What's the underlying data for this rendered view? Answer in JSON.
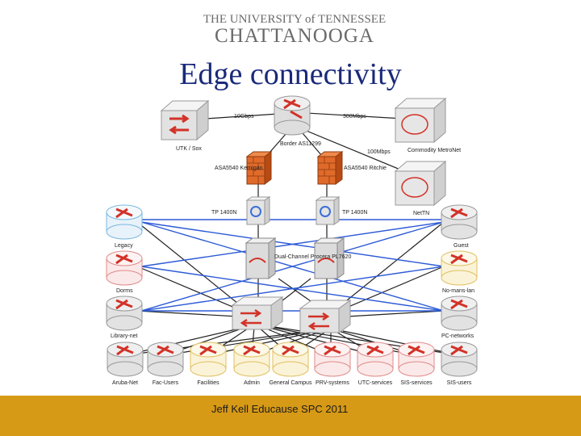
{
  "header": {
    "logo_line1": "THE UNIVERSITY of TENNESSEE",
    "logo_line2": "CHATTANOOGA",
    "title": "Edge connectivity"
  },
  "links": {
    "utk_speed": "10Gbps",
    "commodity_speed": "300Mbps",
    "metronet_speed": "100Mbps"
  },
  "nodes": {
    "utk": "UTK / Sox",
    "border": "Border AS11299",
    "commodity": "Commodity MetroNet",
    "netn": "NetTN",
    "asa_left": "ASA5540 Kernigan",
    "asa_right": "ASA5540 Ritchie",
    "tp_left": "TP 1400N",
    "tp_right": "TP 1400N",
    "core_label": "Dual-Channel Procera PL7620",
    "legacy": "Legacy",
    "dorms": "Dorms",
    "library": "Library-net",
    "guest": "Guest",
    "nomans": "No-mans-lan",
    "pc_networks": "PC-networks"
  },
  "bottom_nodes": [
    "Aruba-Net",
    "Fac-Users",
    "Facilities",
    "Admin",
    "General Campus",
    "PRV-systems",
    "UTC-services",
    "SIS-services",
    "SIS-users"
  ],
  "footer": {
    "text": "Jeff Kell   Educause SPC 2011"
  },
  "colors": {
    "footer_bg": "#d79a16",
    "title": "#1a2a7a",
    "link_blue": "#2d5bd6",
    "router_red": "#d23228"
  }
}
